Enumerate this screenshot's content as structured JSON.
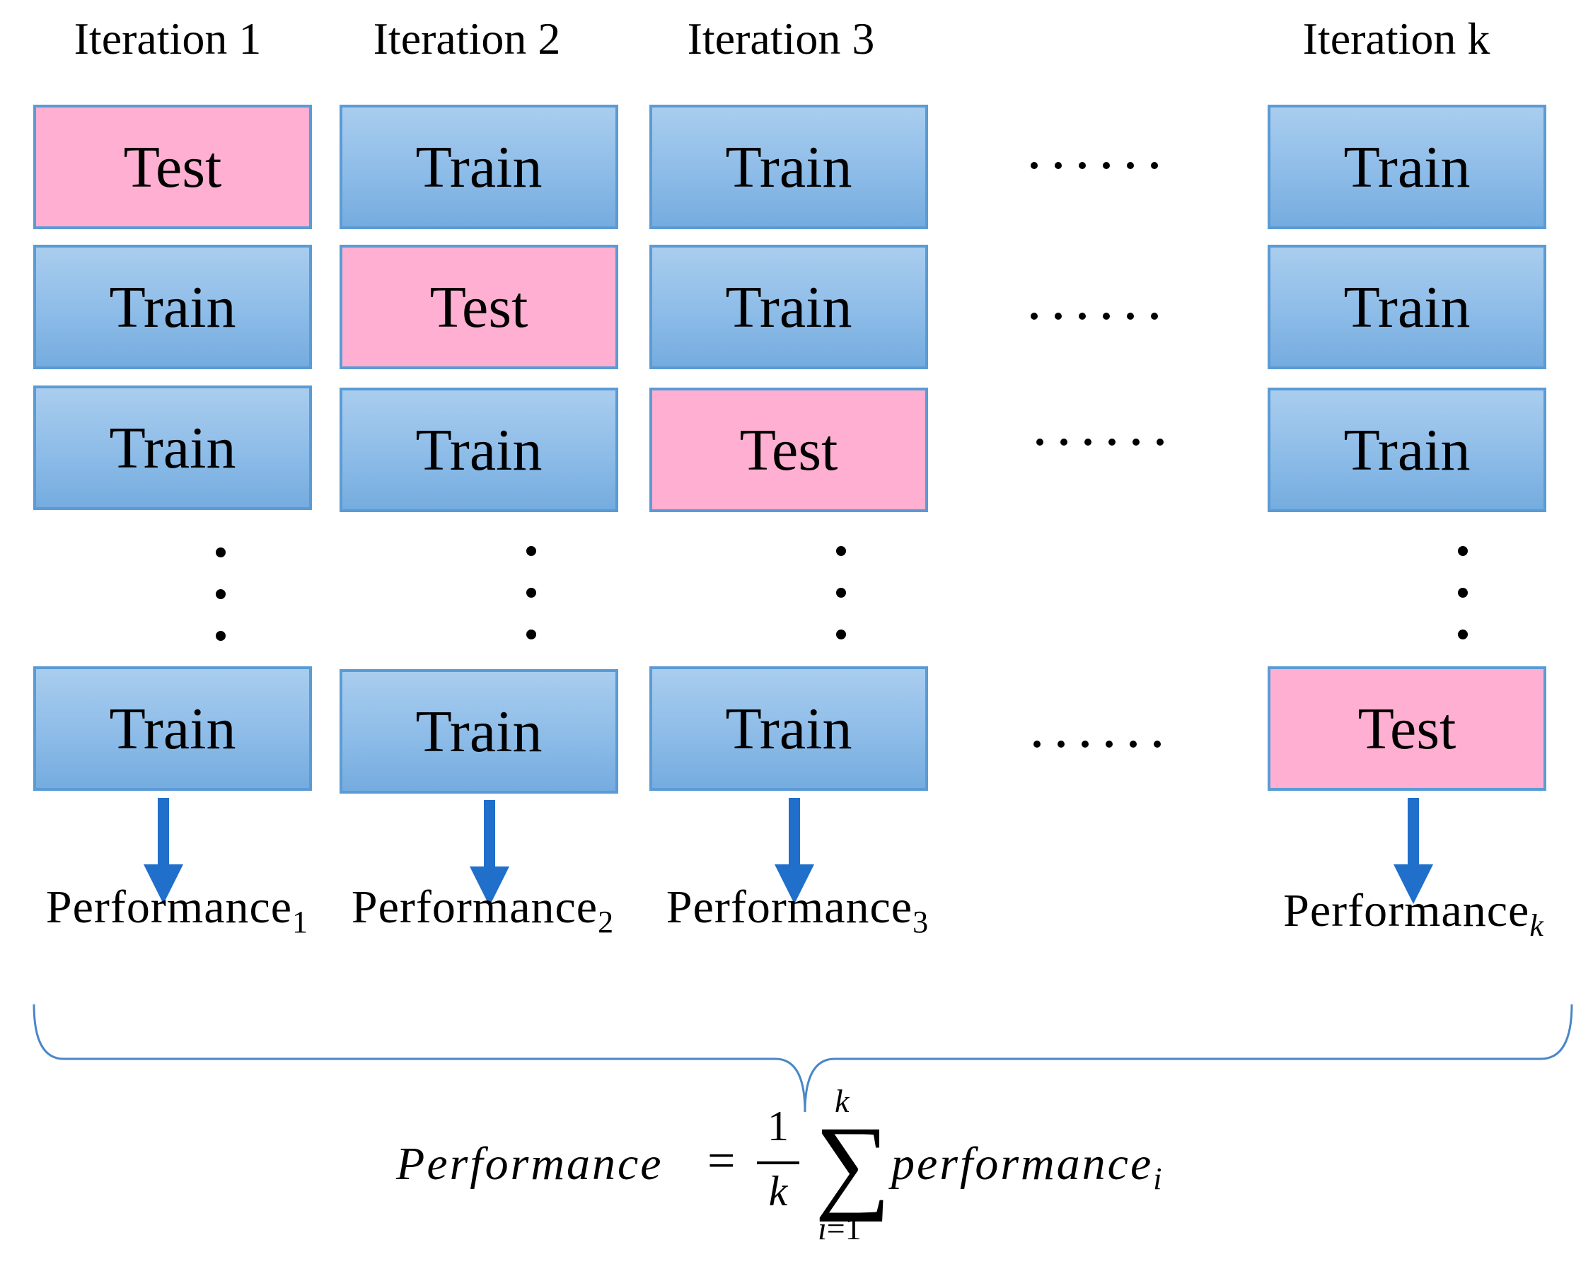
{
  "columns": [
    {
      "header": "Iteration  1",
      "cells": [
        "Test",
        "Train",
        "Train",
        "Train"
      ],
      "perf_base": "Performance",
      "perf_sub": "1"
    },
    {
      "header": "Iteration  2",
      "cells": [
        "Train",
        "Test",
        "Train",
        "Train"
      ],
      "perf_base": "Performance",
      "perf_sub": "2"
    },
    {
      "header": "Iteration  3",
      "cells": [
        "Train",
        "Train",
        "Test",
        "Train"
      ],
      "perf_base": "Performance",
      "perf_sub": "3"
    },
    {
      "header": "Iteration  k",
      "cells": [
        "Train",
        "Train",
        "Train",
        "Test"
      ],
      "perf_base": "Performance",
      "perf_sub": "k"
    }
  ],
  "formula": {
    "lhs": "Performance",
    "equals": "=",
    "numerator": "1",
    "denominator": "k",
    "sum_symbol": "∑",
    "upper_limit": "k",
    "lower_var": "i",
    "lower_rest": "=1",
    "rhs_base": "performance",
    "rhs_sub": "i"
  },
  "colors": {
    "train_fill": "#8dbce8",
    "test_fill": "#ffafd1",
    "border": "#5b9bd5",
    "arrow": "#1f6fcb",
    "brace": "#4a86c8"
  }
}
